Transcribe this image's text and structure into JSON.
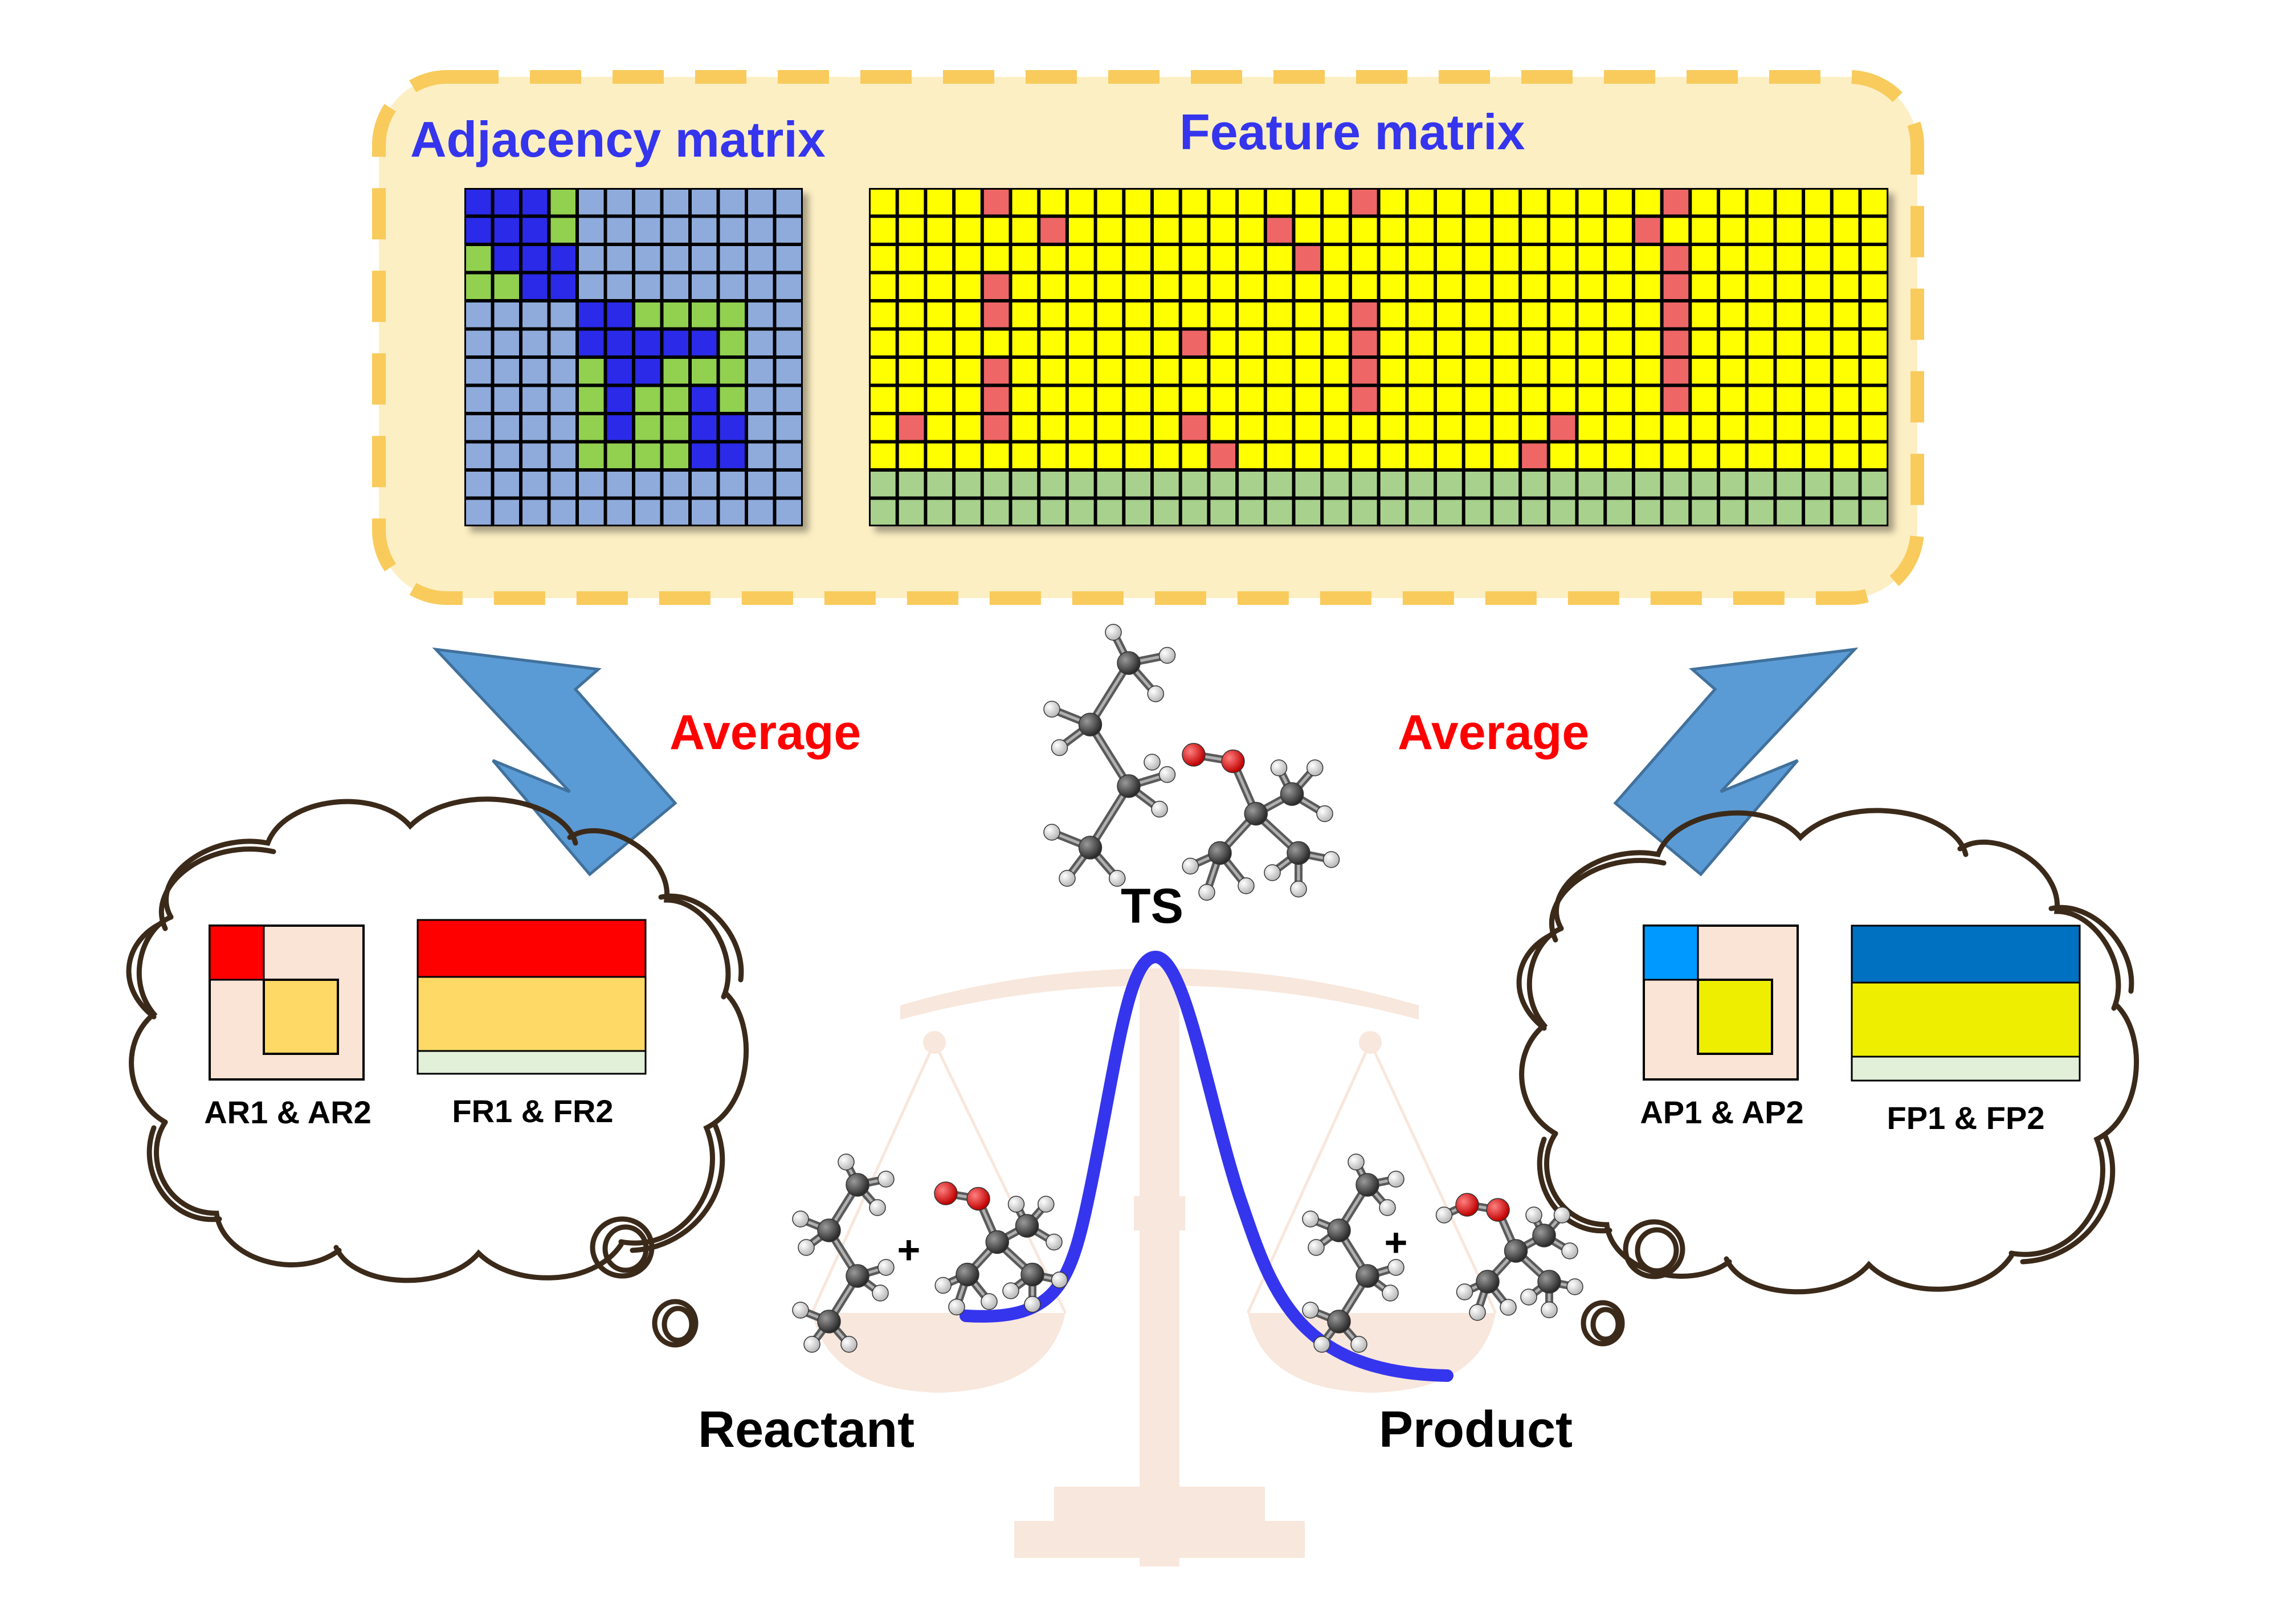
{
  "top_panel": {
    "adjacency_title": "Adjacency matrix",
    "feature_title": "Feature matrix",
    "adjacency_matrix": {
      "rows": 12,
      "cols": 12,
      "colors": {
        "light": "#8fabdc",
        "dark": "#2a2ae8",
        "green": "#92d050"
      },
      "dark_cells": [
        [
          0,
          0
        ],
        [
          0,
          1
        ],
        [
          0,
          2
        ],
        [
          1,
          0
        ],
        [
          1,
          1
        ],
        [
          1,
          2
        ],
        [
          2,
          1
        ],
        [
          2,
          2
        ],
        [
          2,
          3
        ],
        [
          3,
          2
        ],
        [
          3,
          3
        ],
        [
          4,
          4
        ],
        [
          4,
          5
        ],
        [
          5,
          4
        ],
        [
          5,
          5
        ],
        [
          5,
          6
        ],
        [
          5,
          7
        ],
        [
          5,
          8
        ],
        [
          6,
          5
        ],
        [
          6,
          6
        ],
        [
          7,
          5
        ],
        [
          7,
          8
        ],
        [
          8,
          5
        ],
        [
          8,
          8
        ],
        [
          8,
          9
        ],
        [
          9,
          8
        ],
        [
          9,
          9
        ]
      ],
      "green_cells": [
        [
          0,
          3
        ],
        [
          1,
          3
        ],
        [
          2,
          0
        ],
        [
          3,
          0
        ],
        [
          3,
          1
        ],
        [
          4,
          6
        ],
        [
          4,
          7
        ],
        [
          4,
          8
        ],
        [
          4,
          9
        ],
        [
          5,
          9
        ],
        [
          6,
          4
        ],
        [
          6,
          7
        ],
        [
          6,
          8
        ],
        [
          6,
          9
        ],
        [
          7,
          4
        ],
        [
          7,
          6
        ],
        [
          7,
          7
        ],
        [
          7,
          9
        ],
        [
          8,
          4
        ],
        [
          8,
          6
        ],
        [
          8,
          7
        ],
        [
          9,
          4
        ],
        [
          9,
          5
        ],
        [
          9,
          6
        ],
        [
          9,
          7
        ]
      ]
    },
    "feature_matrix": {
      "rows": 12,
      "cols": 36,
      "colors": {
        "yellow": "#ffff00",
        "red": "#ee6666",
        "green": "#a9d18e"
      },
      "green_rows": [
        10,
        11
      ],
      "red_cells": [
        [
          0,
          4
        ],
        [
          0,
          17
        ],
        [
          0,
          28
        ],
        [
          1,
          6
        ],
        [
          1,
          14
        ],
        [
          1,
          27
        ],
        [
          2,
          15
        ],
        [
          2,
          28
        ],
        [
          3,
          4
        ],
        [
          3,
          28
        ],
        [
          4,
          4
        ],
        [
          4,
          17
        ],
        [
          4,
          28
        ],
        [
          5,
          11
        ],
        [
          5,
          17
        ],
        [
          5,
          28
        ],
        [
          6,
          4
        ],
        [
          6,
          17
        ],
        [
          6,
          28
        ],
        [
          7,
          4
        ],
        [
          7,
          17
        ],
        [
          7,
          28
        ],
        [
          8,
          1
        ],
        [
          8,
          4
        ],
        [
          8,
          11
        ],
        [
          8,
          24
        ],
        [
          9,
          12
        ],
        [
          9,
          23
        ]
      ]
    }
  },
  "left_arrow_label": "Average",
  "right_arrow_label": "Average",
  "left_cloud": {
    "adjacency_label": "AR1 & AR2",
    "feature_label": "FR1 & FR2",
    "colors": {
      "bg": "#fae4d6",
      "corner": "#ff0000",
      "inner": "#ffd966",
      "bar_top": "#ff0000",
      "bar_mid": "#ffd966",
      "bar_bottom": "#e2f0d9"
    }
  },
  "right_cloud": {
    "adjacency_label": "AP1 & AP2",
    "feature_label": "FP1 & FP2",
    "colors": {
      "bg": "#fae4d6",
      "corner": "#0099ff",
      "inner": "#eeee00",
      "bar_top": "#0070c0",
      "bar_mid": "#eeee00",
      "bar_bottom": "#e2f0d9"
    }
  },
  "energy_profile": {
    "ts_label": "TS",
    "reactant_label": "Reactant",
    "product_label": "Product",
    "plus_sign": "+",
    "curve_color": "#3535ee"
  },
  "colors": {
    "panel_bg": "#fdefc4",
    "panel_border": "#f8cb5c",
    "arrow_fill": "#5b9bd5",
    "arrow_stroke": "#41719c",
    "cloud_stroke": "#3b2a1a",
    "scale_color": "#f8e7dc"
  }
}
